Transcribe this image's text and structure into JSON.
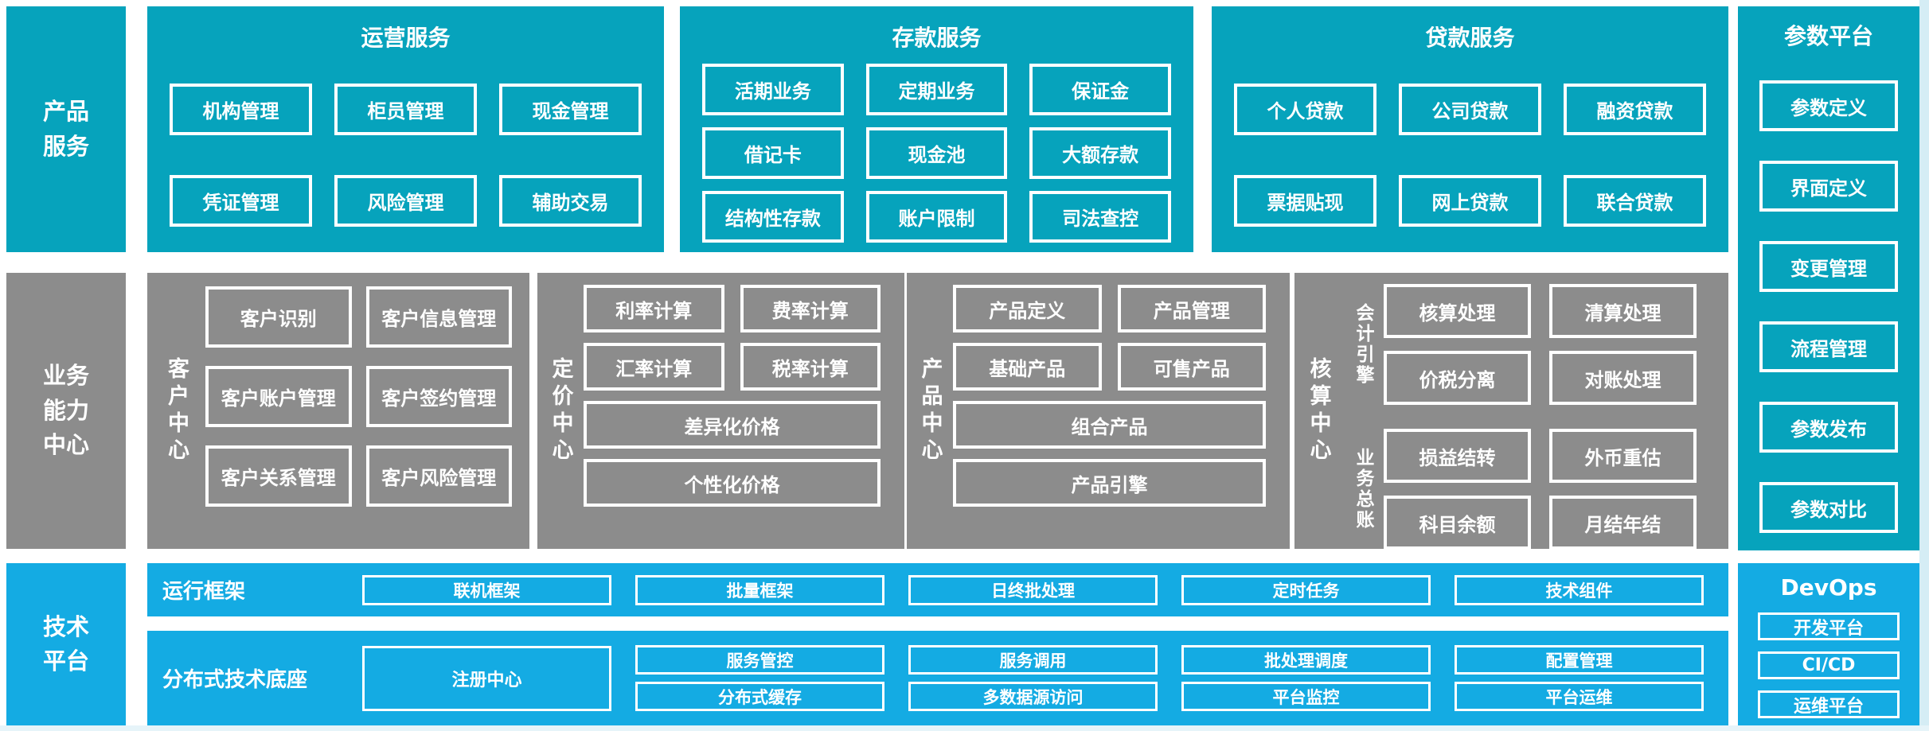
{
  "palette": {
    "teal": "#06A3BC",
    "gray": "#8C8C8C",
    "sky_blue": "#14ABE3",
    "text": "#FFFFFF",
    "page_background": "#FFFFFF",
    "page_edge": "#D5EDF5"
  },
  "left_rails": {
    "product": "产品\n服务",
    "business": "业务\n能力\n中心",
    "tech": "技术\n平台"
  },
  "operation_services": {
    "title": "运营服务",
    "items": [
      "机构管理",
      "柜员管理",
      "现金管理",
      "凭证管理",
      "风险管理",
      "辅助交易"
    ]
  },
  "deposit_services": {
    "title": "存款服务",
    "items": [
      "活期业务",
      "定期业务",
      "保证金",
      "借记卡",
      "现金池",
      "大额存款",
      "结构性存款",
      "账户限制",
      "司法查控"
    ]
  },
  "loan_services": {
    "title": "贷款服务",
    "items": [
      "个人贷款",
      "公司贷款",
      "融资贷款",
      "票据贴现",
      "网上贷款",
      "联合贷款"
    ]
  },
  "parameter_platform": {
    "title": "参数平台",
    "items": [
      "参数定义",
      "界面定义",
      "变更管理",
      "流程管理",
      "参数发布",
      "参数对比"
    ]
  },
  "customer_center": {
    "label": "客户中心",
    "items": [
      "客户识别",
      "客户信息管理",
      "客户账户管理",
      "客户签约管理",
      "客户关系管理",
      "客户风险管理"
    ]
  },
  "pricing_center": {
    "label": "定价中心",
    "grid": [
      "利率计算",
      "费率计算",
      "汇率计算",
      "税率计算"
    ],
    "wide": [
      "差异化价格",
      "个性化价格"
    ]
  },
  "product_center": {
    "label": "产品中心",
    "grid": [
      "产品定义",
      "产品管理",
      "基础产品",
      "可售产品"
    ],
    "wide": [
      "组合产品",
      "产品引擎"
    ]
  },
  "accounting_center": {
    "label": "核算中心",
    "groups": [
      {
        "label": "会计引擎",
        "items": [
          "核算处理",
          "清算处理",
          "价税分离",
          "对账处理"
        ]
      },
      {
        "label": "业务总账",
        "items": [
          "损益结转",
          "外币重估",
          "科目余额",
          "月结年结"
        ]
      }
    ]
  },
  "run_framework": {
    "label": "运行框架",
    "items": [
      "联机框架",
      "批量框架",
      "日终批处理",
      "定时任务",
      "技术组件"
    ]
  },
  "distributed_base": {
    "label": "分布式技术底座",
    "registry": "注册中心",
    "columns": [
      [
        "服务管控",
        "分布式缓存"
      ],
      [
        "服务调用",
        "多数据源访问"
      ],
      [
        "批处理调度",
        "平台监控"
      ],
      [
        "配置管理",
        "平台运维"
      ]
    ]
  },
  "devops": {
    "title": "DevOps",
    "items": [
      "开发平台",
      "CI/CD",
      "运维平台"
    ]
  }
}
